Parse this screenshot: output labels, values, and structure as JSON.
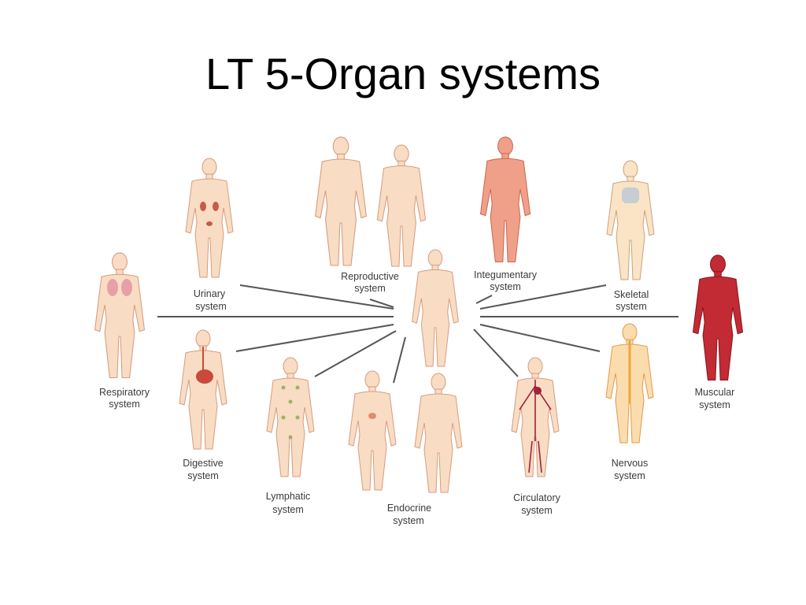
{
  "slide": {
    "title": "LT 5-Organ systems"
  },
  "systems": {
    "reproductive": {
      "line1": "Reproductive",
      "line2": "system",
      "accent": "#c99a86"
    },
    "integumentary": {
      "line1": "Integumentary",
      "line2": "system",
      "accent": "#e8826a"
    },
    "urinary": {
      "line1": "Urinary",
      "line2": "system",
      "accent": "#c75b4a"
    },
    "skeletal": {
      "line1": "Skeletal",
      "line2": "system",
      "accent": "#b9c7d6"
    },
    "respiratory": {
      "line1": "Respiratory",
      "line2": "system",
      "accent": "#e7a0a6"
    },
    "muscular": {
      "line1": "Muscular",
      "line2": "system",
      "accent": "#b8202a"
    },
    "digestive": {
      "line1": "Digestive",
      "line2": "system",
      "accent": "#c94a3a"
    },
    "nervous": {
      "line1": "Nervous",
      "line2": "system",
      "accent": "#f0a53a"
    },
    "lymphatic": {
      "line1": "Lymphatic",
      "line2": "system",
      "accent": "#9cb36a"
    },
    "endocrine": {
      "line1": "Endocrine",
      "line2": "system",
      "accent": "#e48a70"
    },
    "circulatory": {
      "line1": "Circulatory",
      "line2": "system",
      "accent": "#a0243a"
    }
  },
  "colors": {
    "skin": "#f9dcc4",
    "skin_outline": "#d59c7c",
    "connector": "#555555"
  }
}
